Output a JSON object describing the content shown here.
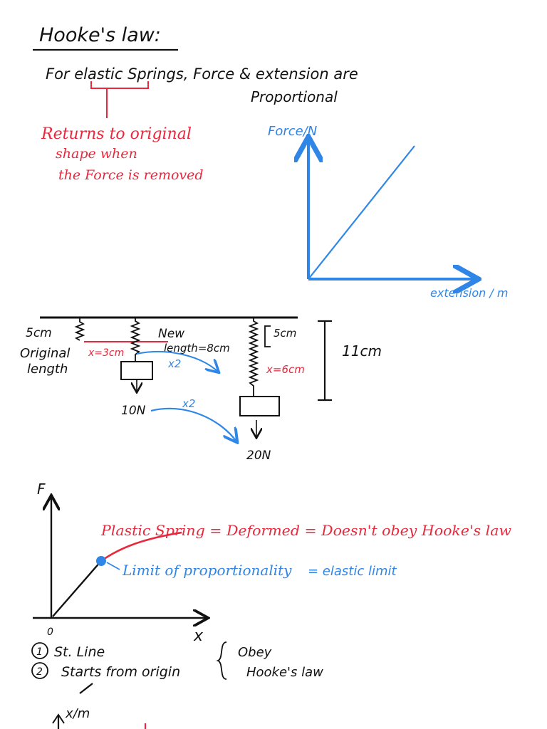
{
  "colors": {
    "ink": "#111111",
    "red": "#e8283c",
    "blue": "#2f86e6"
  },
  "heading": {
    "title": "Hooke's law:"
  },
  "intro": {
    "line1": "For elastic Springs, Force & extension are",
    "line2": "Proportional",
    "note_line1": "Returns to original",
    "note_line2": "shape when",
    "note_line3": "the Force is removed"
  },
  "graph1": {
    "y_label": "Force/N",
    "x_label": "extension / m"
  },
  "springs": {
    "spring1_length": "5cm",
    "original_label_1": "Original",
    "original_label_2": "length",
    "ext1": "x=3cm",
    "new_length_1": "New",
    "new_length_2": "length=8cm",
    "x2_a": "x2",
    "force1": "10N",
    "x2_b": "x2",
    "spring3_length": "5cm",
    "ext2": "x=6cm",
    "total": "11cm",
    "force2": "20N"
  },
  "graph2": {
    "y_label": "F",
    "x_label": "x",
    "origin": "0",
    "plastic_note": "Plastic Spring = Deformed = Doesn't obey Hooke's law",
    "limit_note_1": "Limit of proportionality",
    "limit_note_2": "= elastic limit"
  },
  "conditions": {
    "item1_num": "1",
    "item1": "St. Line",
    "item2_num": "2",
    "item2": "Starts from origin",
    "obey_1": "Obey",
    "obey_2": "Hooke's law"
  },
  "graph3": {
    "y_label": "x/m"
  }
}
